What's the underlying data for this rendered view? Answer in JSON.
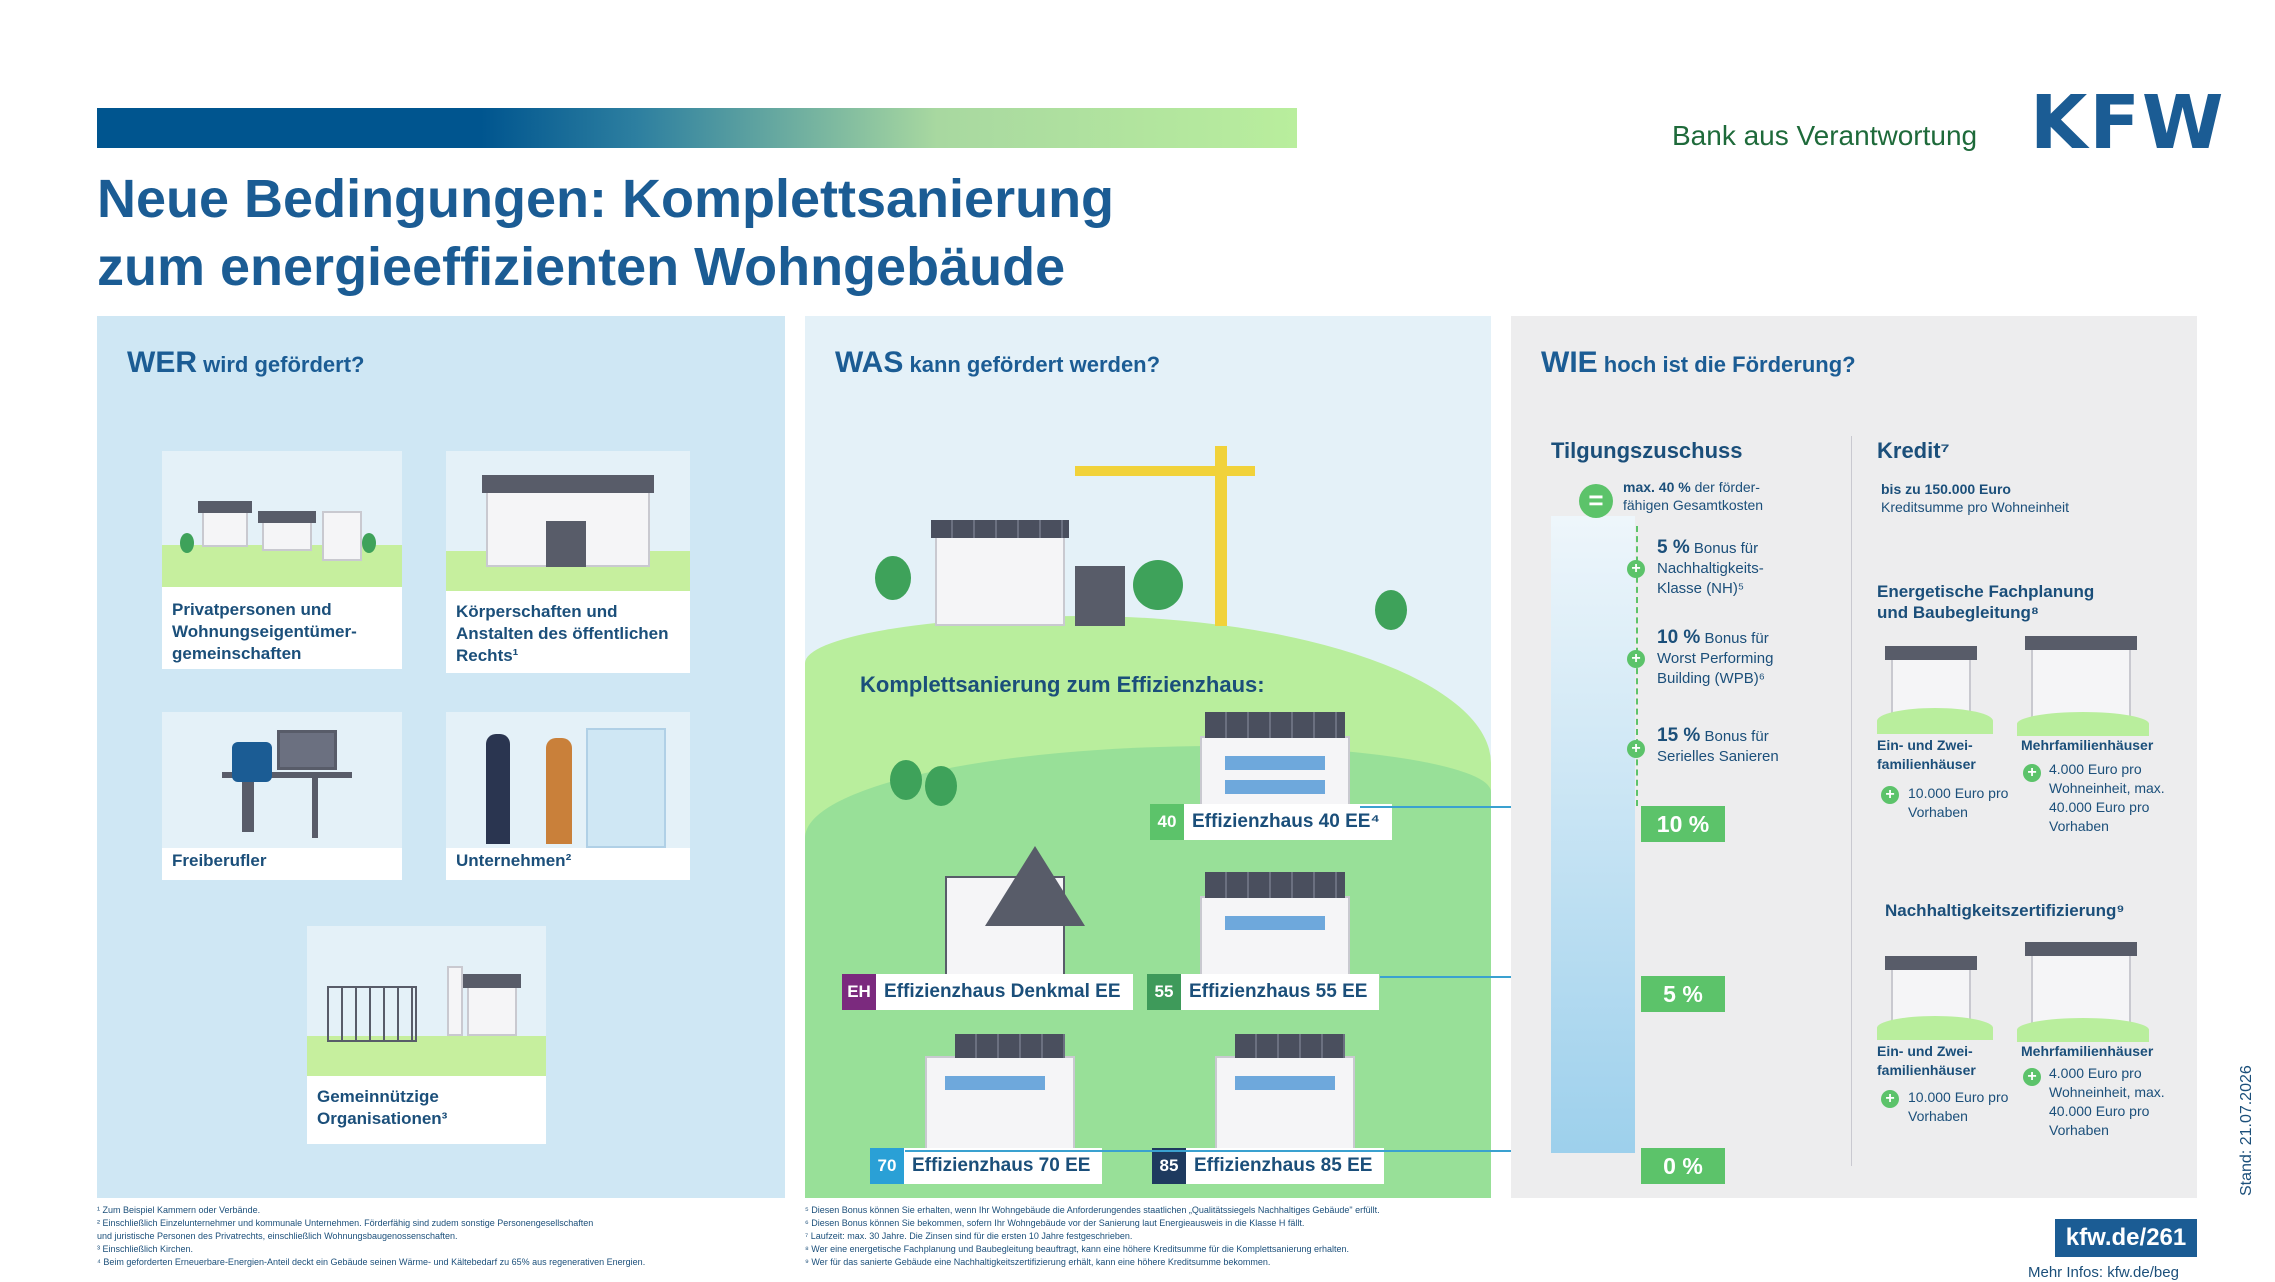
{
  "header": {
    "tagline": "Bank aus Verantwortung",
    "logo": "KFW",
    "title_line1": "Neue Bedingungen: Komplettsanierung",
    "title_line2": "zum energieeffizienten Wohngebäude"
  },
  "wer": {
    "heading_bold": "WER",
    "heading_rest": "wird gefördert?",
    "cards": [
      {
        "label": "Privatpersonen und Wohnungseigentümer-gemeinschaften"
      },
      {
        "label": "Körperschaften und Anstalten des öffentlichen Rechts¹"
      },
      {
        "label": "Freiberufler"
      },
      {
        "label": "Unternehmen²"
      },
      {
        "label": "Gemeinnützige Organisationen³"
      }
    ]
  },
  "was": {
    "heading_bold": "WAS",
    "heading_rest": "kann gefördert werden?",
    "subtitle": "Komplettsanierung zum Effizienzhaus:",
    "tags": [
      {
        "icon": "40",
        "label": "Effizienzhaus 40 EE⁴",
        "color": "#5cc36a"
      },
      {
        "icon": "EH",
        "label": "Effizienzhaus Denkmal EE",
        "color": "#7b2a7e"
      },
      {
        "icon": "55",
        "label": "Effizienzhaus 55 EE",
        "color": "#3e9a5a"
      },
      {
        "icon": "70",
        "label": "Effizienzhaus 70 EE",
        "color": "#2aa0d6"
      },
      {
        "icon": "85",
        "label": "Effizienzhaus 85 EE",
        "color": "#1e3a5f"
      }
    ]
  },
  "wie": {
    "heading_bold": "WIE",
    "heading_rest": "hoch ist die Förderung?",
    "tilgung": {
      "heading": "Tilgungszuschuss",
      "max_bold": "max. 40 %",
      "max_rest": "der förder-fähigen Gesamtkosten",
      "bonus": [
        {
          "pct": "5 %",
          "text": "Bonus für Nachhaltigkeits-Klasse (NH)⁵"
        },
        {
          "pct": "10 %",
          "text": "Bonus für Worst Performing Building (WPB)⁶"
        },
        {
          "pct": "15 %",
          "text": "Bonus für Serielles Sanieren"
        }
      ],
      "levels": [
        "10 %",
        "5 %",
        "0 %"
      ]
    },
    "kredit": {
      "heading": "Kredit⁷",
      "amount": "bis zu 150.000 Euro",
      "amount_sub": "Kreditsumme pro Wohneinheit",
      "fachplanung": "Energetische Fachplanung und Baubegleitung⁸",
      "nachhaltig": "Nachhaltigkeitszertifizierung⁹",
      "ein": "Ein- und Zwei-familienhäuser",
      "ein_amount": "10.000 Euro pro Vorhaben",
      "mehr": "Mehrfamilienhäuser",
      "mehr_amount": "4.000 Euro pro Wohneinheit, max. 40.000 Euro pro Vorhaben"
    }
  },
  "footnotes_left": [
    "¹   Zum Beispiel Kammern oder Verbände.",
    "²   Einschließlich Einzelunternehmer und kommunale Unternehmen. Förderfähig sind zudem sonstige Personengesellschaften",
    "     und juristische Personen des Privatrechts, einschließlich Wohnungsbaugenossenschaften.",
    "³   Einschließlich Kirchen.",
    "⁴   Beim geforderten Erneuerbare-Energien-Anteil deckt ein Gebäude seinen Wärme- und Kältebedarf zu 65% aus regenerativen Energien."
  ],
  "footnotes_right": [
    "⁵   Diesen Bonus können Sie erhalten, wenn Ihr Wohngebäude die Anforderungendes staatlichen „Qualitätssiegels Nachhaltiges Gebäude\" erfüllt.",
    "⁶   Diesen Bonus können Sie bekommen, sofern Ihr Wohngebäude vor der Sanierung laut Energieausweis in die Klasse H fällt.",
    "⁷   Laufzeit: max. 30 Jahre. Die Zinsen sind für die ersten 10 Jahre festgeschrieben.",
    "⁸   Wer eine energetische Fachplanung und Baubegleitung beauftragt, kann eine höhere Kreditsumme für die Komplettsanierung erhalten.",
    "⁹   Wer für das sanierte Gebäude eine Nachhaltigkeitszertifizierung erhält, kann eine höhere Kreditsumme bekommen."
  ],
  "link": "kfw.de/261",
  "more": "Mehr Infos: kfw.de/beg",
  "stand": "Stand: 21.07.2026"
}
